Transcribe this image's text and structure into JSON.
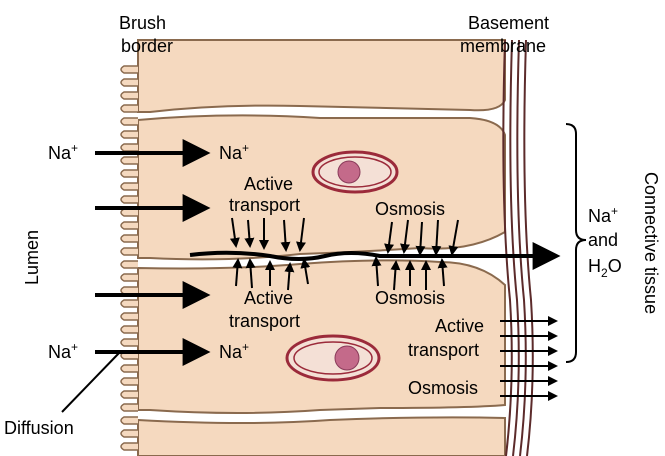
{
  "labels": {
    "brush_border_line1": "Brush",
    "brush_border_line2": "border",
    "basement_line1": "Basement",
    "basement_line2": "membrane",
    "lumen": "Lumen",
    "connective_tissue": "Connective tissue",
    "na_left_top": "Na",
    "na_left_top_sup": "+",
    "na_right_top": "Na",
    "na_right_top_sup": "+",
    "na_left_bottom": "Na",
    "na_left_bottom_sup": "+",
    "na_right_bottom": "Na",
    "na_right_bottom_sup": "+",
    "active_transport_top_1": "Active",
    "active_transport_top_2": "transport",
    "osmosis_top": "Osmosis",
    "active_transport_mid_1": "Active",
    "active_transport_mid_2": "transport",
    "osmosis_mid": "Osmosis",
    "active_transport_right_1": "Active",
    "active_transport_right_2": "transport",
    "osmosis_bottom": "Osmosis",
    "bracket_na": "Na",
    "bracket_na_sup": "+",
    "bracket_and": "and",
    "bracket_h": "H",
    "bracket_2": "2",
    "bracket_o": "O",
    "diffusion": "Diffusion"
  },
  "colors": {
    "cell_fill": "#f5d9bf",
    "cell_outline": "#8a6a4e",
    "nucleus_ring": "#9b2a3a",
    "nucleus_fill": "#f4e0d6",
    "nucleolus": "#c46a8a",
    "membrane": "#5c2b2b",
    "arrow": "#000000"
  }
}
